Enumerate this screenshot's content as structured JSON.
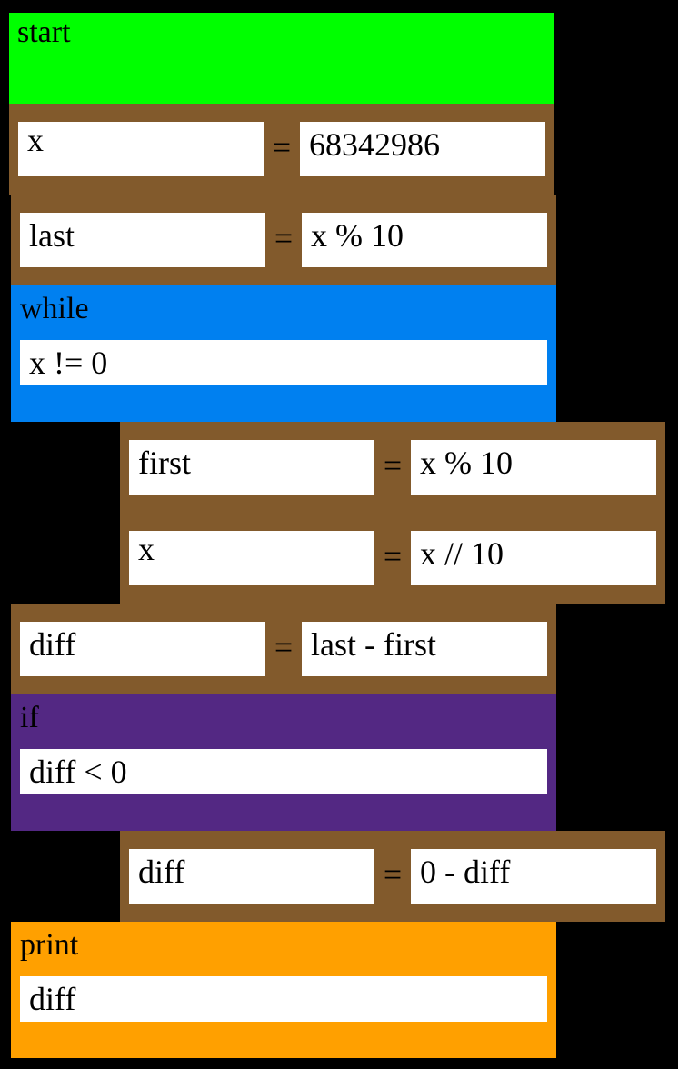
{
  "blocks": {
    "start": {
      "label": "start"
    },
    "assign_x": {
      "var": "x",
      "op": "=",
      "expr": "68342986"
    },
    "assign_last": {
      "var": "last",
      "op": "=",
      "expr": "x % 10"
    },
    "while": {
      "label": "while",
      "cond": "x != 0"
    },
    "assign_first": {
      "var": "first",
      "op": "=",
      "expr": "x % 10"
    },
    "assign_x2": {
      "var": "x",
      "op": "=",
      "expr": "x // 10"
    },
    "assign_diff": {
      "var": "diff",
      "op": "=",
      "expr": "last - first"
    },
    "if": {
      "label": "if",
      "cond": "diff < 0"
    },
    "assign_diff2": {
      "var": "diff",
      "op": "=",
      "expr": "0 - diff"
    },
    "print": {
      "label": "print",
      "arg": "diff"
    }
  },
  "colors": {
    "start": "#00ff00",
    "assign": "#825a2c",
    "while": "#0080f0",
    "if": "#532883",
    "print": "#ffa000",
    "background": "#000000"
  }
}
